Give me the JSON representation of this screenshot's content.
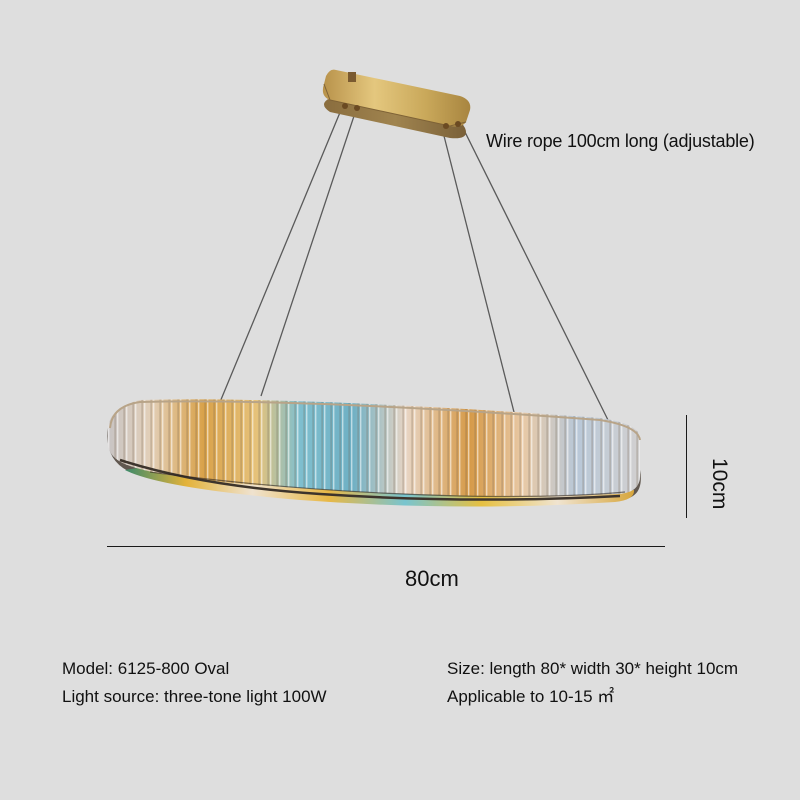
{
  "product": {
    "type": "Oval crystal pendant chandelier",
    "colors": {
      "background": "#dedede",
      "canopy_gold": "#c9a85a",
      "canopy_shadow": "#8e7444",
      "wire": "#5a5a5a",
      "crystal_light": "#e9ddd0",
      "crystal_amber": "#d9a24a",
      "crystal_blue": "#6fb8c9",
      "ring_base": "#4a3f36",
      "dimension_line": "#1a1a1a",
      "text": "#111111"
    }
  },
  "annotations": {
    "wire_rope": "Wire rope 100cm long (adjustable)",
    "width_dimension": "80cm",
    "height_dimension": "10cm"
  },
  "specs": {
    "left": [
      {
        "label": "Model: 6125-800 Oval"
      },
      {
        "label": "Light source: three-tone light 100W"
      }
    ],
    "right": [
      {
        "label": "Size: length 80* width 30* height 10cm"
      },
      {
        "label": "Applicable to 10-15 ㎡"
      }
    ]
  }
}
